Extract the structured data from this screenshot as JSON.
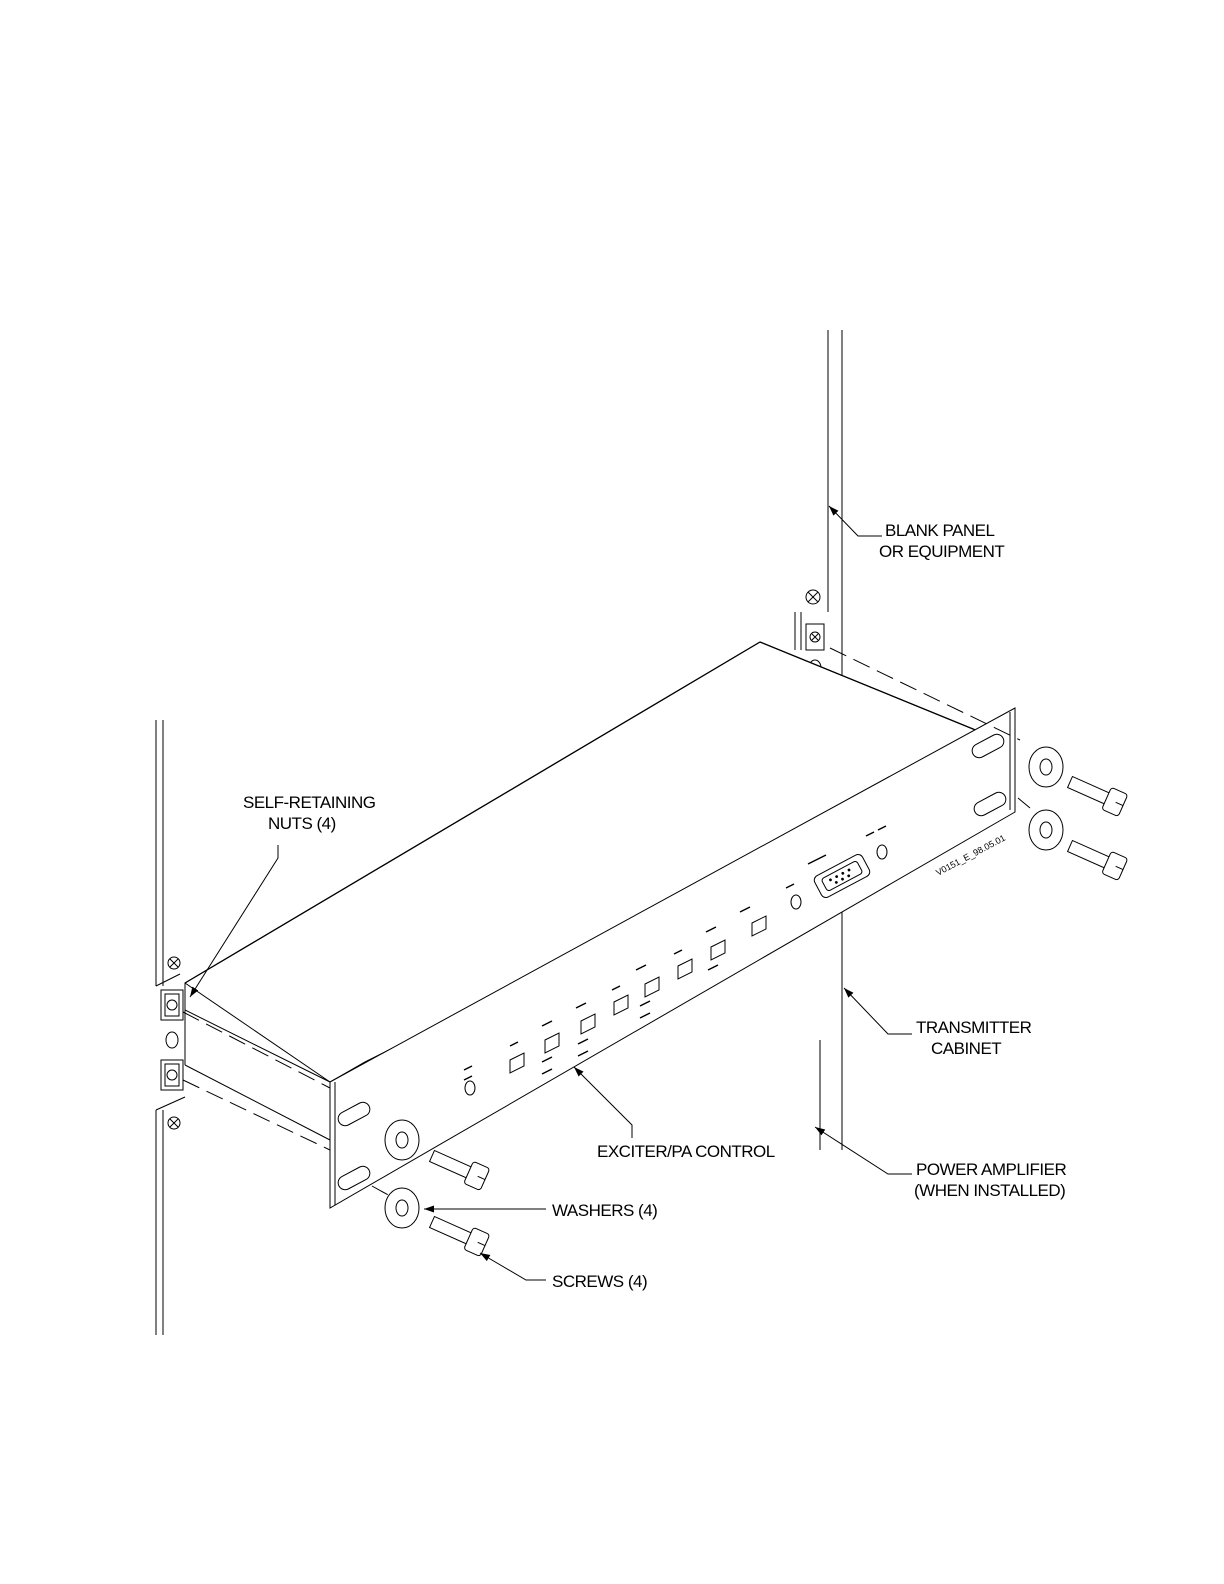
{
  "diagram": {
    "labels": {
      "blank_panel": [
        "BLANK PANEL",
        "OR EQUIPMENT"
      ],
      "self_retaining_nuts": [
        "SELF-RETAINING",
        "NUTS (4)"
      ],
      "transmitter_cabinet": [
        "TRANSMITTER",
        "CABINET"
      ],
      "exciter_pa_control": "EXCITER/PA CONTROL",
      "power_amplifier": [
        "POWER AMPLIFIER",
        "(WHEN INSTALLED)"
      ],
      "washers": "WASHERS (4)",
      "screws": "SCREWS (4)"
    },
    "drawing_id": "V0151_E_98.05.01"
  }
}
